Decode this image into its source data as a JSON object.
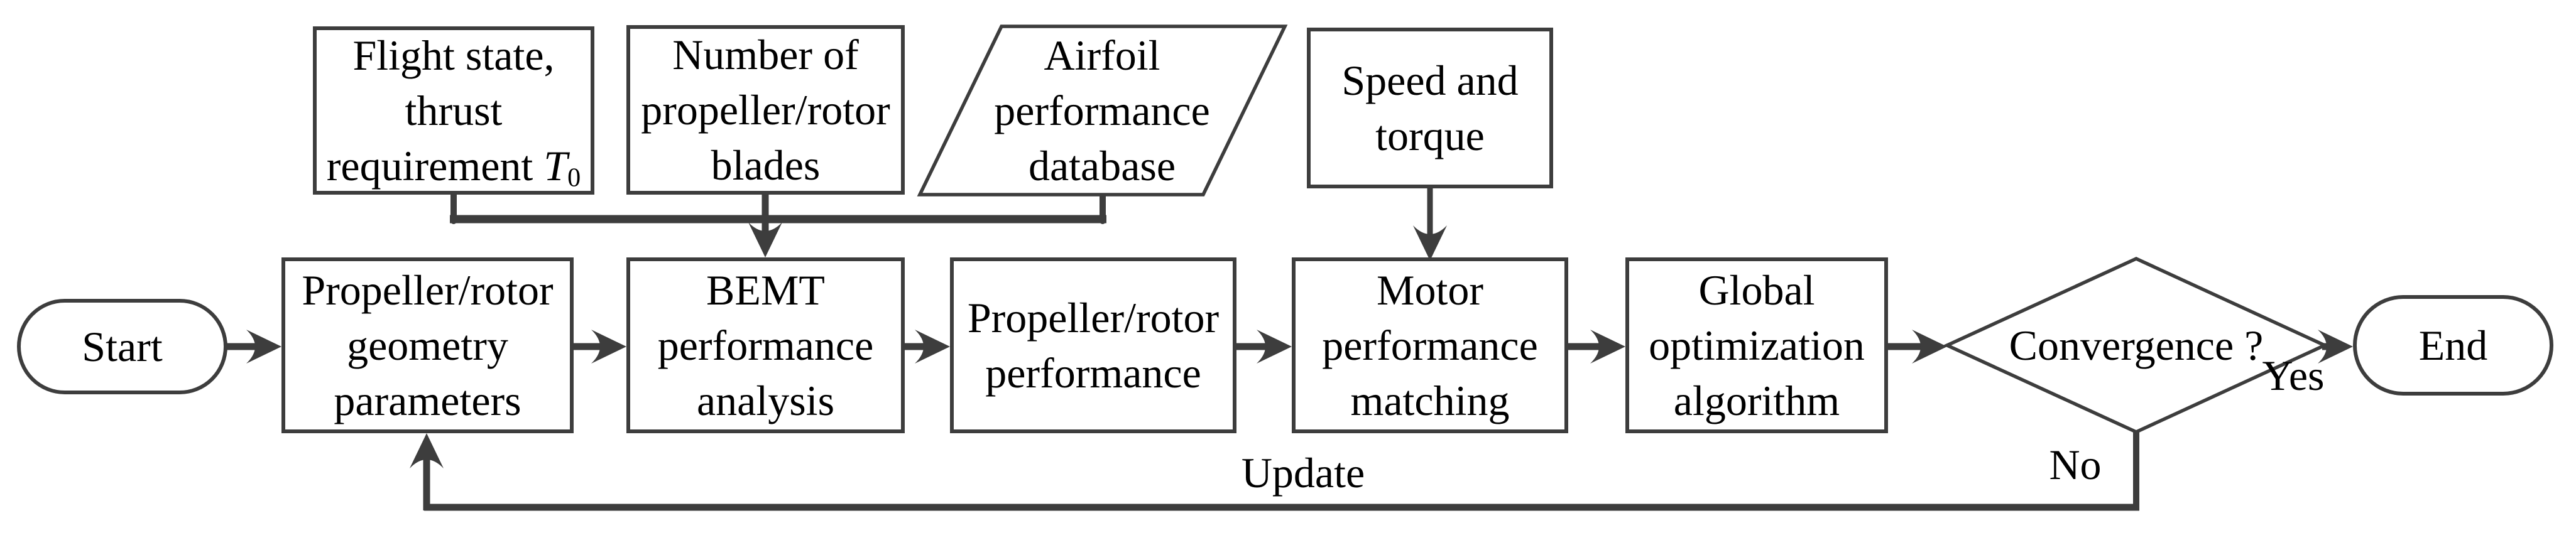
{
  "colors": {
    "line": "#3d3d3d",
    "text": "#000000",
    "background": "#ffffff"
  },
  "top_row": {
    "flight_box": {
      "line1": "Flight state,",
      "line2": "thrust",
      "line3_prefix": "requirement ",
      "line3_symbol": "T",
      "line3_subscript": "0"
    },
    "blades_box": {
      "line1": "Number of",
      "line2": "propeller/rotor",
      "line3": "blades"
    },
    "airfoil_db": {
      "line1": "Airfoil",
      "line2": "performance",
      "line3": "database"
    },
    "speed_box": {
      "line1": "Speed and",
      "line2": "torque"
    }
  },
  "main_row": {
    "start_label": "Start",
    "geometry_box": {
      "line1": "Propeller/rotor",
      "line2": "geometry",
      "line3": "parameters"
    },
    "bemt_box": {
      "line1": "BEMT",
      "line2": "performance",
      "line3": "analysis"
    },
    "performance_box": {
      "line1": "Propeller/rotor",
      "line2": "performance"
    },
    "motor_box": {
      "line1": "Motor",
      "line2": "performance",
      "line3": "matching"
    },
    "global_box": {
      "line1": "Global",
      "line2": "optimization",
      "line3": "algorithm"
    },
    "decision_label": "Convergence ?",
    "end_label": "End"
  },
  "edge_labels": {
    "update": "Update",
    "yes": "Yes",
    "no": "No"
  }
}
